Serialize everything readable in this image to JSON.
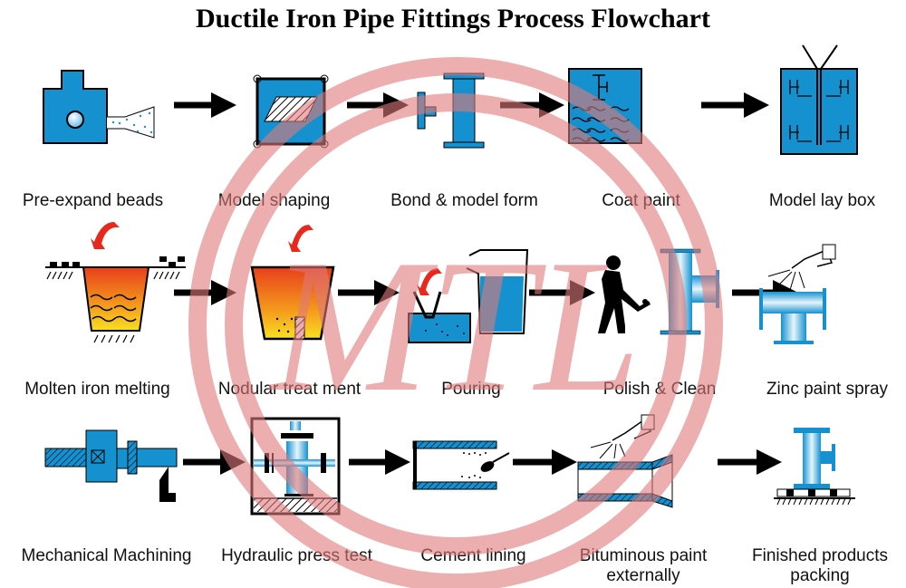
{
  "title": "Ductile Iron Pipe Fittings Process Flowchart",
  "colors": {
    "blue": "#1591d0",
    "black": "#000000",
    "watermark": "#e07a7a",
    "molten_top": "#e8401c",
    "molten_bottom": "#f8e020",
    "red_arrow": "#e8281c"
  },
  "watermark": {
    "text": "MTL"
  },
  "rows": [
    {
      "steps": [
        {
          "label": "Pre-expand beads",
          "icon": "bead-expander-icon"
        },
        {
          "label": "Model shaping",
          "icon": "mold-press-icon"
        },
        {
          "label": "Bond & model form",
          "icon": "pipe-model-icon"
        },
        {
          "label": "Coat paint",
          "icon": "coating-tank-icon"
        },
        {
          "label": "Model lay box",
          "icon": "sand-box-icon"
        }
      ]
    },
    {
      "steps": [
        {
          "label": "Molten iron melting",
          "icon": "furnace-icon"
        },
        {
          "label": "Nodular treat ment",
          "icon": "ladle-icon"
        },
        {
          "label": "Pouring",
          "icon": "pouring-icon"
        },
        {
          "label": "Polish & Clean",
          "icon": "worker-grinding-icon"
        },
        {
          "label": "Zinc paint spray",
          "icon": "spray-gun-icon"
        }
      ]
    },
    {
      "steps": [
        {
          "label": "Mechanical Machining",
          "icon": "lathe-icon"
        },
        {
          "label": "Hydraulic press test",
          "icon": "press-test-icon"
        },
        {
          "label": "Cement lining",
          "icon": "cement-lining-icon"
        },
        {
          "label": "Bituminous paint externally",
          "icon": "bitumen-spray-icon"
        },
        {
          "label": "Finished products packing",
          "icon": "pallet-icon"
        }
      ]
    }
  ]
}
